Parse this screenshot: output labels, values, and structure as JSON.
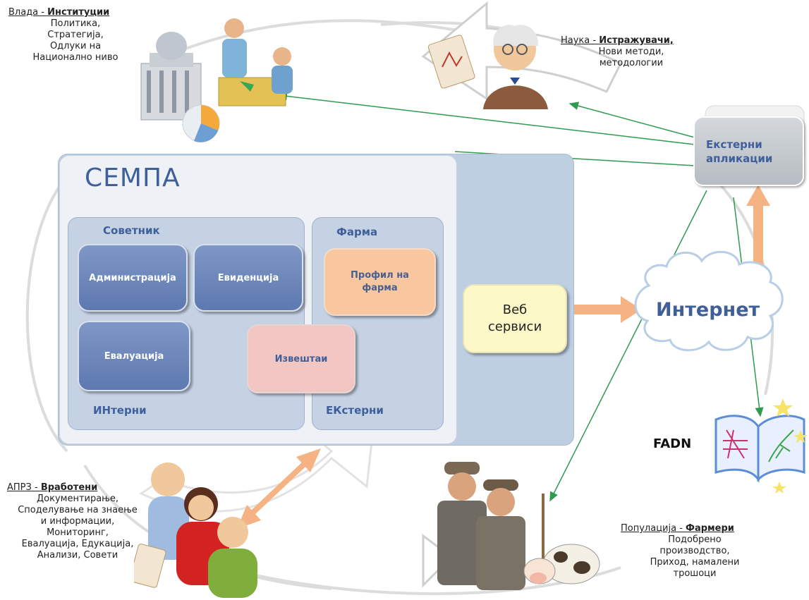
{
  "system_title": "СЕМПА",
  "internal": {
    "title": "Советник",
    "footer": "ИНтерни",
    "modules": [
      "Администрација",
      "Евиденција",
      "Евалуација"
    ]
  },
  "external": {
    "title": "Фарма",
    "footer": "ЕКстерни",
    "farm_profile": "Профил на фарма"
  },
  "reports": "Извештаи",
  "web_services": "Веб сервиси",
  "internet": "Интернет",
  "external_apps": "Екстерни апликации",
  "fadn": "FADN",
  "actors": {
    "government": {
      "name": "Влада",
      "role": "Институции",
      "lines": [
        "Политика,",
        "Стратегија,",
        "Одлуки на",
        "Национално ниво"
      ]
    },
    "science": {
      "name": "Наука",
      "role": "Истражувачи,",
      "lines": [
        "Нови методи,",
        "методологии"
      ]
    },
    "staff": {
      "name": "АПРЗ",
      "role": "Вработени",
      "lines": [
        "Документирање,",
        "Споделување на знаење",
        "и информации,",
        "Мониторинг,",
        "Евалуација, Едукација,",
        "Анализи, Совети"
      ]
    },
    "farmers": {
      "name": "Популација",
      "role": "Фармери",
      "lines": [
        "Подобрено",
        "производство,",
        "Приход, намалени",
        "трошоци"
      ]
    }
  },
  "colors": {
    "module_blue": "#6a84b8",
    "title_blue": "#3e5f9a",
    "farm_orange": "#f8c7a0",
    "reports_pink": "#f2c6c2",
    "web_yellow": "#fdf8c8",
    "arrow_orange": "#f5b383",
    "link_green": "#2e9b4f"
  }
}
